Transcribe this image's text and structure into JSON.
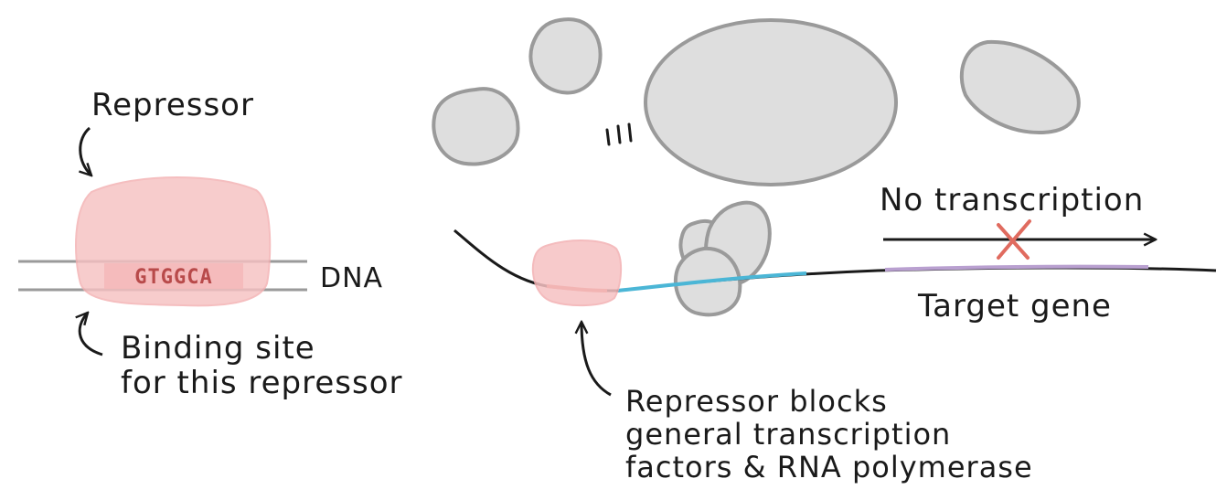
{
  "labels": {
    "repressor": "Repressor",
    "binding_site_line1": "Binding site",
    "binding_site_line2": "for this repressor",
    "dna": "DNA",
    "motif": "GTGGCA",
    "no_transcription": "No transcription",
    "target_gene": "Target gene",
    "blocks_line1": "Repressor blocks",
    "blocks_line2": "general transcription",
    "blocks_line3": "factors & RNA polymerase"
  },
  "colors": {
    "repressor_fill": "#f6c1c2",
    "binding_site_fill": "#ee8f90",
    "promoter_blue": "#4bb6d6",
    "gene_purple": "#b9a0d0",
    "blocked_red": "#e06b5f",
    "protein_gray": "#dedede"
  }
}
